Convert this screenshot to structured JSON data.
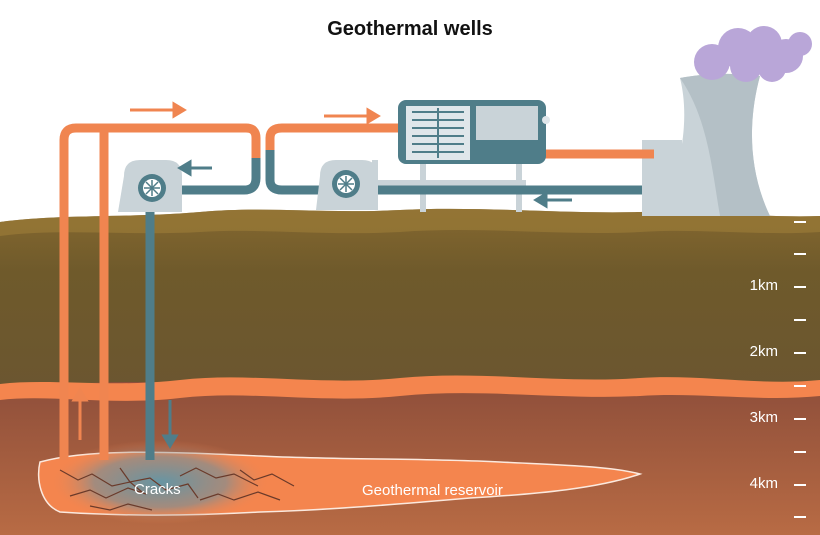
{
  "title": "Geothermal wells",
  "labels": {
    "cracks": "Cracks",
    "reservoir": "Geothermal reservoir"
  },
  "depth_scale": [
    "1km",
    "2km",
    "3km",
    "4km"
  ],
  "colors": {
    "hot_pipe": "#f08550",
    "cold_pipe": "#4f7d89",
    "soil_top": "#6e5a2c",
    "soil_deep": "#9c5a3c",
    "hot_layer": "#f4854e",
    "plant_gray": "#c9d3d8",
    "steam": "#b9a6d8"
  }
}
